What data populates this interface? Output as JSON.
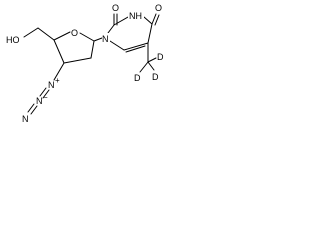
{
  "labels": {
    "carbonyl_o_top": "O",
    "carbonyl_o_right": "O",
    "imide_nh": "NH",
    "ring_n": "N",
    "ring_o": "O",
    "hydroxyl": "HO",
    "azide": "N",
    "azide_plus": "+",
    "azide_mid": "N",
    "azide_minus": "−",
    "azide_end": "N",
    "deuterium_1": "D",
    "deuterium_2": "D",
    "deuterium_3": "D"
  },
  "colors": {
    "bond": "#000000",
    "text": "#000000",
    "background": "#ffffff"
  }
}
